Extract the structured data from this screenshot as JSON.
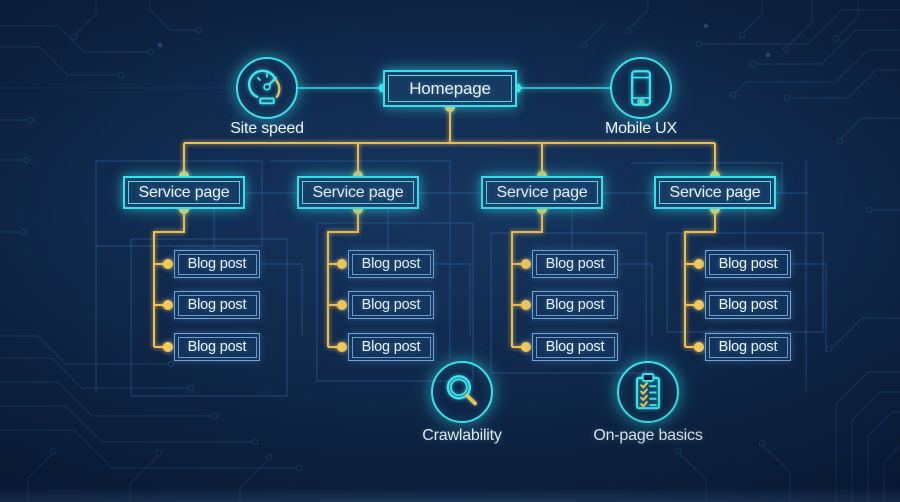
{
  "diagram": {
    "homepage": {
      "label": "Homepage"
    },
    "columns": [
      {
        "service": "Service page",
        "blogs": [
          "Blog post",
          "Blog post",
          "Blog post"
        ]
      },
      {
        "service": "Service page",
        "blogs": [
          "Blog post",
          "Blog post",
          "Blog post"
        ]
      },
      {
        "service": "Service page",
        "blogs": [
          "Blog post",
          "Blog post",
          "Blog post"
        ]
      },
      {
        "service": "Service page",
        "blogs": [
          "Blog post",
          "Blog post",
          "Blog post"
        ]
      }
    ],
    "callouts": [
      {
        "id": "site-speed",
        "label": "Site speed"
      },
      {
        "id": "mobile-ux",
        "label": "Mobile UX"
      },
      {
        "id": "crawlability",
        "label": "Crawlability"
      },
      {
        "id": "on-page-basics",
        "label": "On-page basics"
      }
    ]
  },
  "colors": {
    "background": "#0d2445",
    "accent_cyan": "#38e3ee",
    "accent_yellow": "#f6c94f",
    "blog_border": "#6fa6d2",
    "text": "#f0f6fc"
  }
}
